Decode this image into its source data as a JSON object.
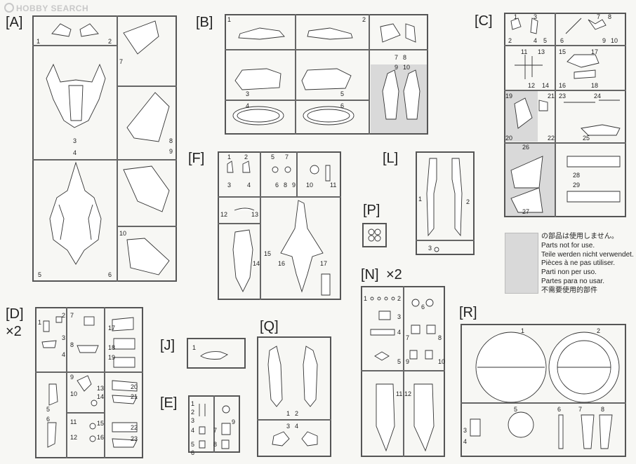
{
  "logo": {
    "text": "HOBBY SEARCH"
  },
  "sprues": {
    "A": {
      "label": "[A]",
      "parts": [
        "1",
        "2",
        "3",
        "4",
        "5",
        "6",
        "7",
        "8",
        "9",
        "10"
      ]
    },
    "B": {
      "label": "[B]",
      "parts": [
        "1",
        "2",
        "3",
        "4",
        "5",
        "6",
        "7",
        "8",
        "9",
        "10"
      ]
    },
    "C": {
      "label": "[C]",
      "parts": [
        "1",
        "2",
        "3",
        "4",
        "5",
        "6",
        "7",
        "8",
        "9",
        "10",
        "11",
        "12",
        "13",
        "14",
        "15",
        "16",
        "17",
        "18",
        "19",
        "20",
        "21",
        "22",
        "23",
        "24",
        "25",
        "26",
        "27",
        "28",
        "29"
      ]
    },
    "D": {
      "label": "[D]",
      "multiplier": "×2",
      "parts": [
        "1",
        "2",
        "3",
        "4",
        "5",
        "6",
        "7",
        "8",
        "9",
        "10",
        "11",
        "12",
        "13",
        "14",
        "15",
        "16",
        "17",
        "18",
        "19",
        "20",
        "21",
        "22",
        "23"
      ]
    },
    "E": {
      "label": "[E]",
      "parts": [
        "1",
        "2",
        "3",
        "4",
        "5",
        "6",
        "7",
        "8",
        "9"
      ]
    },
    "F": {
      "label": "[F]",
      "parts": [
        "1",
        "2",
        "3",
        "4",
        "5",
        "6",
        "7",
        "8",
        "9",
        "10",
        "11",
        "12",
        "13",
        "14",
        "15",
        "16",
        "17"
      ]
    },
    "J": {
      "label": "[J]",
      "parts": [
        "1"
      ]
    },
    "L": {
      "label": "[L]",
      "parts": [
        "1",
        "2",
        "3"
      ]
    },
    "N": {
      "label": "[N]",
      "multiplier": "×2",
      "parts": [
        "1",
        "2",
        "3",
        "4",
        "5",
        "6",
        "7",
        "8",
        "9",
        "10",
        "11",
        "12"
      ]
    },
    "P": {
      "label": "[P]",
      "parts": []
    },
    "Q": {
      "label": "[Q]",
      "parts": [
        "1",
        "2",
        "3",
        "4"
      ]
    },
    "R": {
      "label": "[R]",
      "parts": [
        "1",
        "2",
        "3",
        "4",
        "5",
        "6",
        "7",
        "8"
      ]
    }
  },
  "legend": {
    "swatch_color": "#d9d9d9",
    "lines": [
      "の部品は使用しません。",
      "Parts not for use.",
      "Teile werden nicht verwendet.",
      "Pièces à ne pas utiliser.",
      "Parti non per uso.",
      "Partes para no usar.",
      "不需要使用的部件"
    ]
  }
}
